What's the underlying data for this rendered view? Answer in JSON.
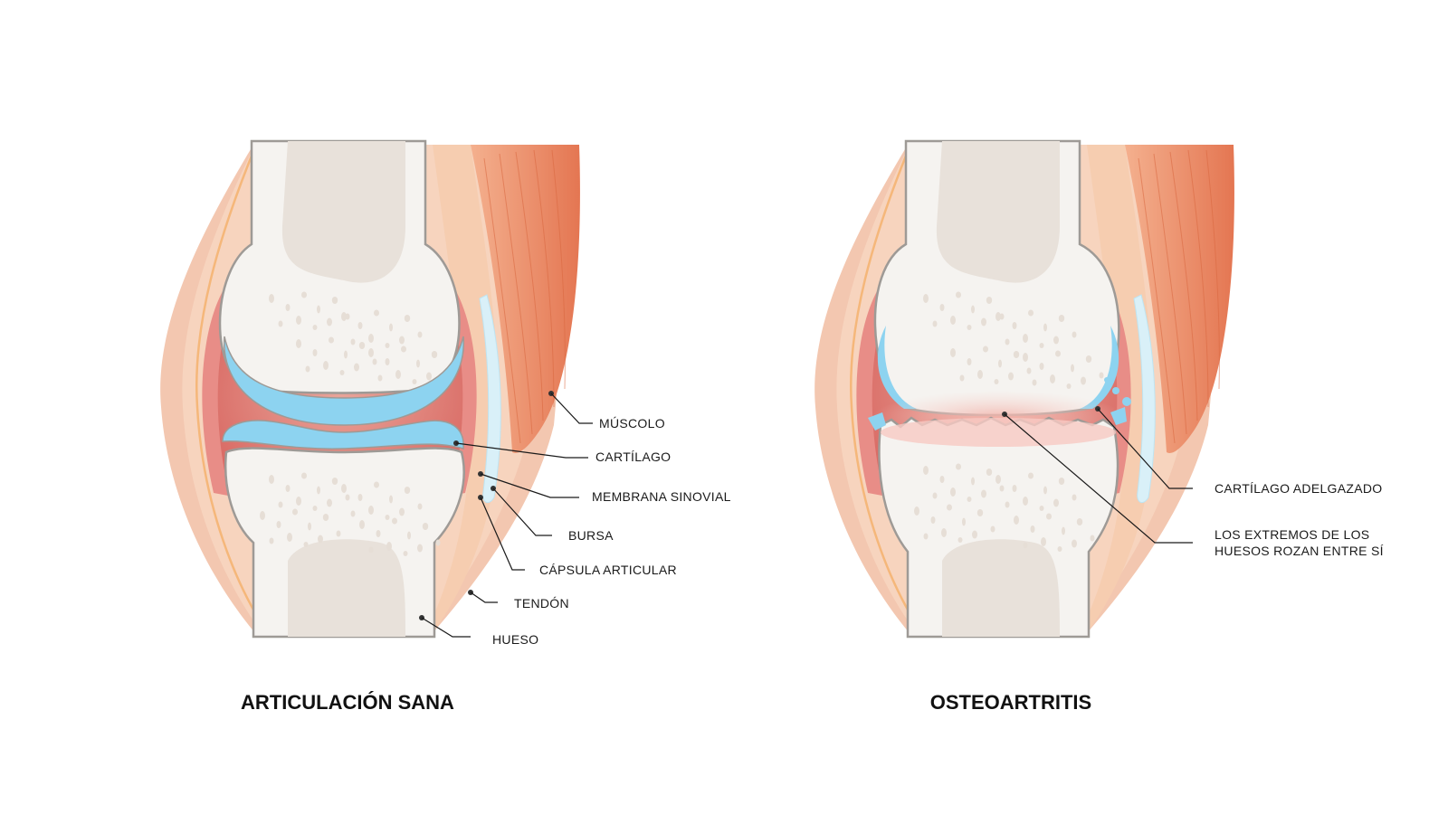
{
  "colors": {
    "skin_outer": "#F3C7B0",
    "skin_inner": "#F7D4BE",
    "fat_line": "#F5B77A",
    "tendon": "#F6CDB0",
    "muscle_light": "#F0A27E",
    "muscle_dark": "#E57E5A",
    "capsule": "#E88D87",
    "synovial": "#E06A66",
    "bursa": "#D9F0F8",
    "cartilage": "#8DD3F0",
    "bone_outer": "#F5F3F0",
    "bone_marrow": "#E8E1DA",
    "bone_outline": "#9E9A96",
    "inflammation": "#F7C9C3"
  },
  "healthy": {
    "title": "ARTICULACIÓN SANA",
    "labels": {
      "muscle": "MÚSCOLO",
      "cartilage": "CARTÍLAGO",
      "synovial": "MEMBRANA SINOVIAL",
      "bursa": "BURSA",
      "capsule": "CÁPSULA ARTICULAR",
      "tendon": "TENDÓN",
      "bone": "HUESO"
    }
  },
  "osteo": {
    "title": "OSTEOARTRITIS",
    "labels": {
      "thin_cartilage": "CARTÍLAGO ADELGAZADO",
      "bones_rub_line1": "LOS EXTREMOS DE LOS",
      "bones_rub_line2": "HUESOS ROZAN ENTRE SÍ"
    }
  }
}
